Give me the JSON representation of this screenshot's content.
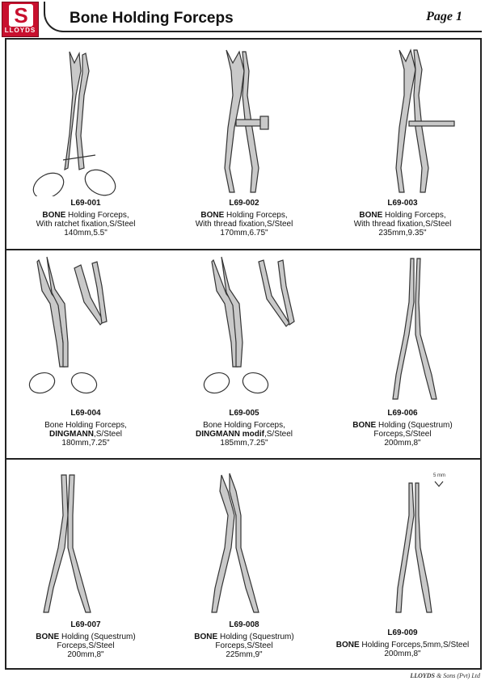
{
  "header": {
    "logo_letter": "S",
    "logo_word": "LLOYDS",
    "title": "Bone Holding Forceps",
    "page": "Page 1"
  },
  "products": [
    {
      "code": "L69-001",
      "l1_bold": "BONE",
      "l1": " Holding Forceps,",
      "l2_bold": "",
      "l2": "With ratchet fixation,S/Steel",
      "l3": "140mm,5.5\""
    },
    {
      "code": "L69-002",
      "l1_bold": "BONE",
      "l1": " Holding Forceps,",
      "l2_bold": "",
      "l2": "With thread fixation,S/Steel",
      "l3": "170mm,6.75\""
    },
    {
      "code": "L69-003",
      "l1_bold": "BONE",
      "l1": " Holding Forceps,",
      "l2_bold": "",
      "l2": "With thread fixation,S/Steel",
      "l3": "235mm,9.35\""
    },
    {
      "code": "L69-004",
      "l1_bold": "",
      "l1": "Bone Holding Forceps,",
      "l2_bold": "DINGMANN",
      "l2": ",S/Steel",
      "l3": "180mm,7.25\""
    },
    {
      "code": "L69-005",
      "l1_bold": "",
      "l1": "Bone Holding Forceps,",
      "l2_bold": "DINGMANN modif",
      "l2": ",S/Steel",
      "l3": "185mm,7.25\""
    },
    {
      "code": "L69-006",
      "l1_bold": "BONE",
      "l1": " Holding (Squestrum)",
      "l2_bold": "",
      "l2": "Forceps,S/Steel",
      "l3": "200mm,8\""
    },
    {
      "code": "L69-007",
      "l1_bold": "BONE",
      "l1": " Holding (Squestrum)",
      "l2_bold": "",
      "l2": "Forceps,S/Steel",
      "l3": "200mm,8\""
    },
    {
      "code": "L69-008",
      "l1_bold": "BONE",
      "l1": " Holding (Squestrum)",
      "l2_bold": "",
      "l2": "Forceps,S/Steel",
      "l3": "225mm,9\""
    },
    {
      "code": "L69-009",
      "l1_bold": "BONE",
      "l1": " Holding Forceps,5mm,S/Steel",
      "l2_bold": "",
      "l2": "",
      "l3": "200mm,8\""
    }
  ],
  "detail_label": "5 mm",
  "footer": {
    "brand": "LLOYDS",
    "rest": " & Sons (Pvt) Ltd"
  }
}
